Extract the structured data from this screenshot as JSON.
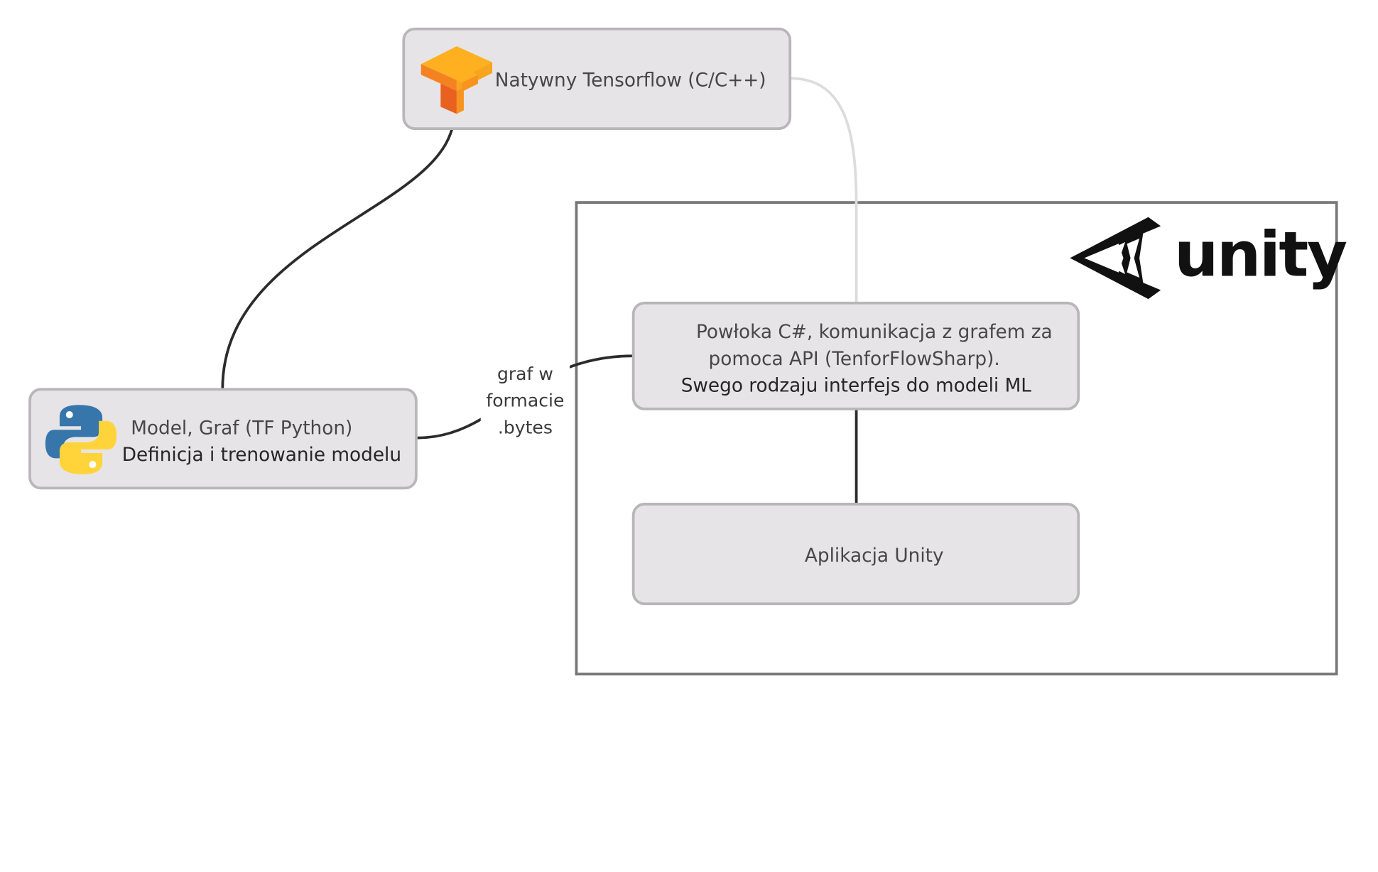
{
  "nodes": {
    "tensorflow": {
      "label": "Natywny Tensorflow (C/C++)",
      "icon": "tensorflow-logo-icon"
    },
    "python": {
      "line1": "Model, Graf (TF Python)",
      "line2": "Definicja i trenowanie modelu",
      "icon": "python-logo-icon"
    },
    "wrapper": {
      "line1": "Powłoka C#,  komunikacja z grafem za",
      "line2": "pomoca API (TenforFlowSharp).",
      "line3": "Swego rodzaju interfejs do modeli ML"
    },
    "unity_app": {
      "label": "Aplikacja Unity"
    }
  },
  "unity_group": {
    "wordmark": "unity",
    "icon": "unity-logo-icon"
  },
  "edge_label": {
    "line1": "graf w",
    "line2": "formacie",
    "line3": ".bytes"
  },
  "edges": [
    {
      "from": "tensorflow",
      "to": "python",
      "style": "solid-dark"
    },
    {
      "from": "tensorflow",
      "to": "wrapper",
      "style": "solid-light"
    },
    {
      "from": "python",
      "to": "wrapper",
      "style": "solid-dark",
      "label": "edge_label"
    },
    {
      "from": "wrapper",
      "to": "unity_app",
      "style": "solid-dark"
    }
  ],
  "colors": {
    "node_fill": "#e7e4e7",
    "node_border": "#b8b6b8",
    "edge_dark": "#2b2b2b",
    "edge_light": "#dcdcdc",
    "frame_border": "#777777",
    "tensorflow_orange": "#f7931e",
    "python_blue": "#3776ab",
    "python_yellow": "#ffd43b"
  }
}
